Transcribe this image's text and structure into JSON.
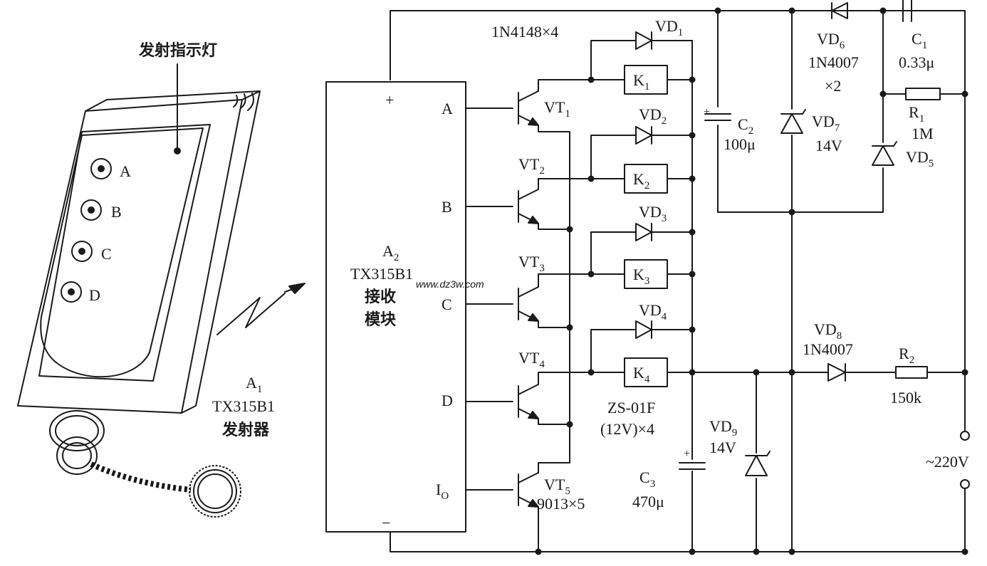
{
  "remote": {
    "indicator_label": "发射指示灯",
    "buttons": [
      "A",
      "B",
      "C",
      "D"
    ],
    "ref": "A",
    "ref_sub": "1",
    "model": "TX315B1",
    "name": "发射器"
  },
  "module": {
    "ref": "A",
    "ref_sub": "2",
    "model": "TX315B1",
    "name_line1": "接收",
    "name_line2": "模块",
    "plus": "+",
    "minus": "−",
    "pins": [
      "A",
      "B",
      "C",
      "D"
    ],
    "io_label": "I",
    "io_sub": "O"
  },
  "transistors": [
    {
      "ref": "VT",
      "sub": "1"
    },
    {
      "ref": "VT",
      "sub": "2"
    },
    {
      "ref": "VT",
      "sub": "3"
    },
    {
      "ref": "VT",
      "sub": "4"
    },
    {
      "ref": "VT",
      "sub": "5"
    }
  ],
  "transistor_part": "9013×5",
  "relays": [
    {
      "ref": "K",
      "sub": "1"
    },
    {
      "ref": "K",
      "sub": "2"
    },
    {
      "ref": "K",
      "sub": "3"
    },
    {
      "ref": "K",
      "sub": "4"
    }
  ],
  "relay_part_line1": "ZS-01F",
  "relay_part_line2": "(12V)×4",
  "flyback_diodes": [
    {
      "ref": "VD",
      "sub": "1"
    },
    {
      "ref": "VD",
      "sub": "2"
    },
    {
      "ref": "VD",
      "sub": "3"
    },
    {
      "ref": "VD",
      "sub": "4"
    }
  ],
  "flyback_part": "1N4148×4",
  "power": {
    "vd6": {
      "ref": "VD",
      "sub": "6",
      "part": "1N4007",
      "qty": "×2"
    },
    "vd7": {
      "ref": "VD",
      "sub": "7",
      "value": "14V"
    },
    "vd5": {
      "ref": "VD",
      "sub": "5"
    },
    "c1": {
      "ref": "C",
      "sub": "1",
      "value": "0.33μ"
    },
    "r1": {
      "ref": "R",
      "sub": "1",
      "value": "1M"
    },
    "c2": {
      "ref": "C",
      "sub": "2",
      "value": "100μ",
      "plus": "+"
    },
    "vd8": {
      "ref": "VD",
      "sub": "8",
      "part": "1N4007"
    },
    "r2": {
      "ref": "R",
      "sub": "2",
      "value": "150k"
    },
    "vd9": {
      "ref": "VD",
      "sub": "9",
      "value": "14V"
    },
    "c3": {
      "ref": "C",
      "sub": "3",
      "value": "470μ",
      "plus": "+"
    },
    "mains": "~220V"
  },
  "watermark": "www.dz3w.com"
}
